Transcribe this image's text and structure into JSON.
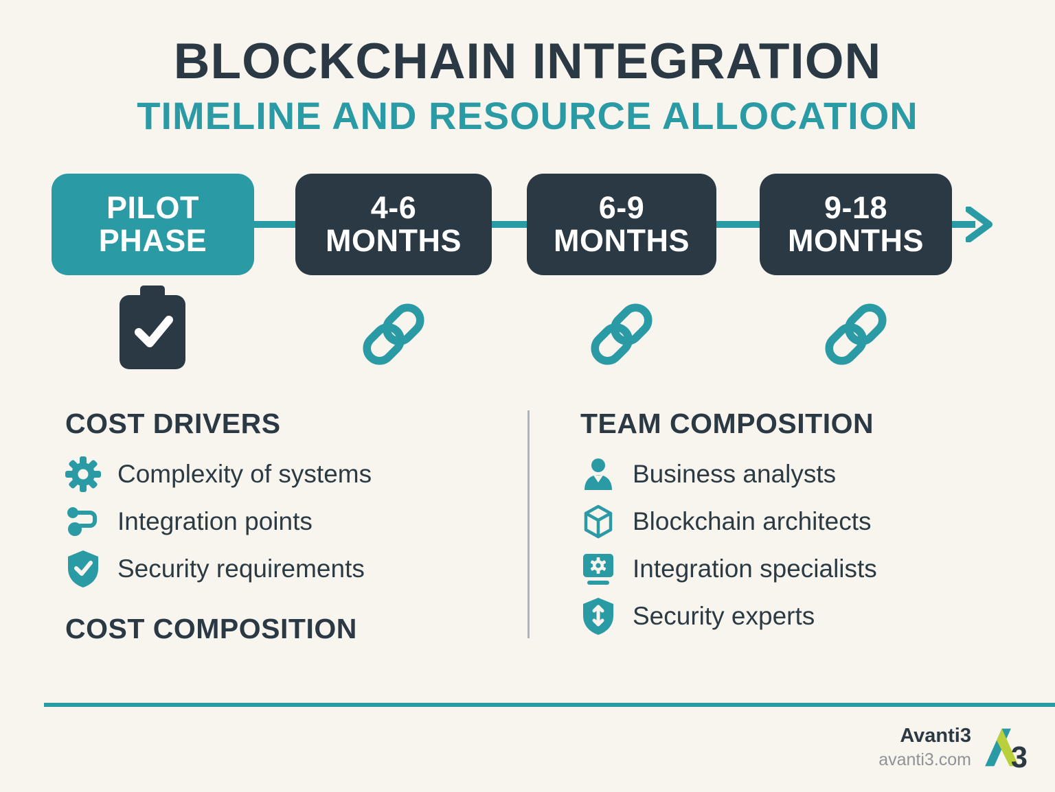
{
  "colors": {
    "background": "#f8f5ee",
    "teal": "#2a9aa4",
    "dark": "#2b3944",
    "text": "#2c3a43",
    "muted": "#8f9397",
    "divider": "#b0b3b6",
    "logo_accent": "#b9cf3c"
  },
  "header": {
    "title": "BLOCKCHAIN INTEGRATION",
    "subtitle": "TIMELINE AND RESOURCE ALLOCATION"
  },
  "timeline": {
    "phases": [
      {
        "line1": "PILOT",
        "line2": "PHASE",
        "variant": "teal",
        "icon": "clipboard-check-icon"
      },
      {
        "line1": "4-6",
        "line2": "MONTHS",
        "variant": "dark",
        "icon": "chain-link-icon"
      },
      {
        "line1": "6-9",
        "line2": "MONTHS",
        "variant": "dark",
        "icon": "chain-link-icon"
      },
      {
        "line1": "9-18",
        "line2": "MONTHS",
        "variant": "dark",
        "icon": "chain-link-icon"
      }
    ]
  },
  "cost_drivers": {
    "heading": "COST DRIVERS",
    "items": [
      {
        "icon": "gear-icon",
        "label": "Complexity of systems"
      },
      {
        "icon": "integration-points-icon",
        "label": "Integration points"
      },
      {
        "icon": "shield-check-icon",
        "label": "Security requirements"
      }
    ]
  },
  "cost_composition": {
    "heading": "COST COMPOSITION"
  },
  "team_composition": {
    "heading": "TEAM COMPOSITION",
    "items": [
      {
        "icon": "person-icon",
        "label": "Business analysts"
      },
      {
        "icon": "cube-icon",
        "label": "Blockchain architects"
      },
      {
        "icon": "monitor-gear-icon",
        "label": "Integration specialists"
      },
      {
        "icon": "shield-arrows-icon",
        "label": "Security experts"
      }
    ]
  },
  "footer": {
    "brand": "Avanti3",
    "website": "avanti3.com",
    "logo_text": "3"
  }
}
